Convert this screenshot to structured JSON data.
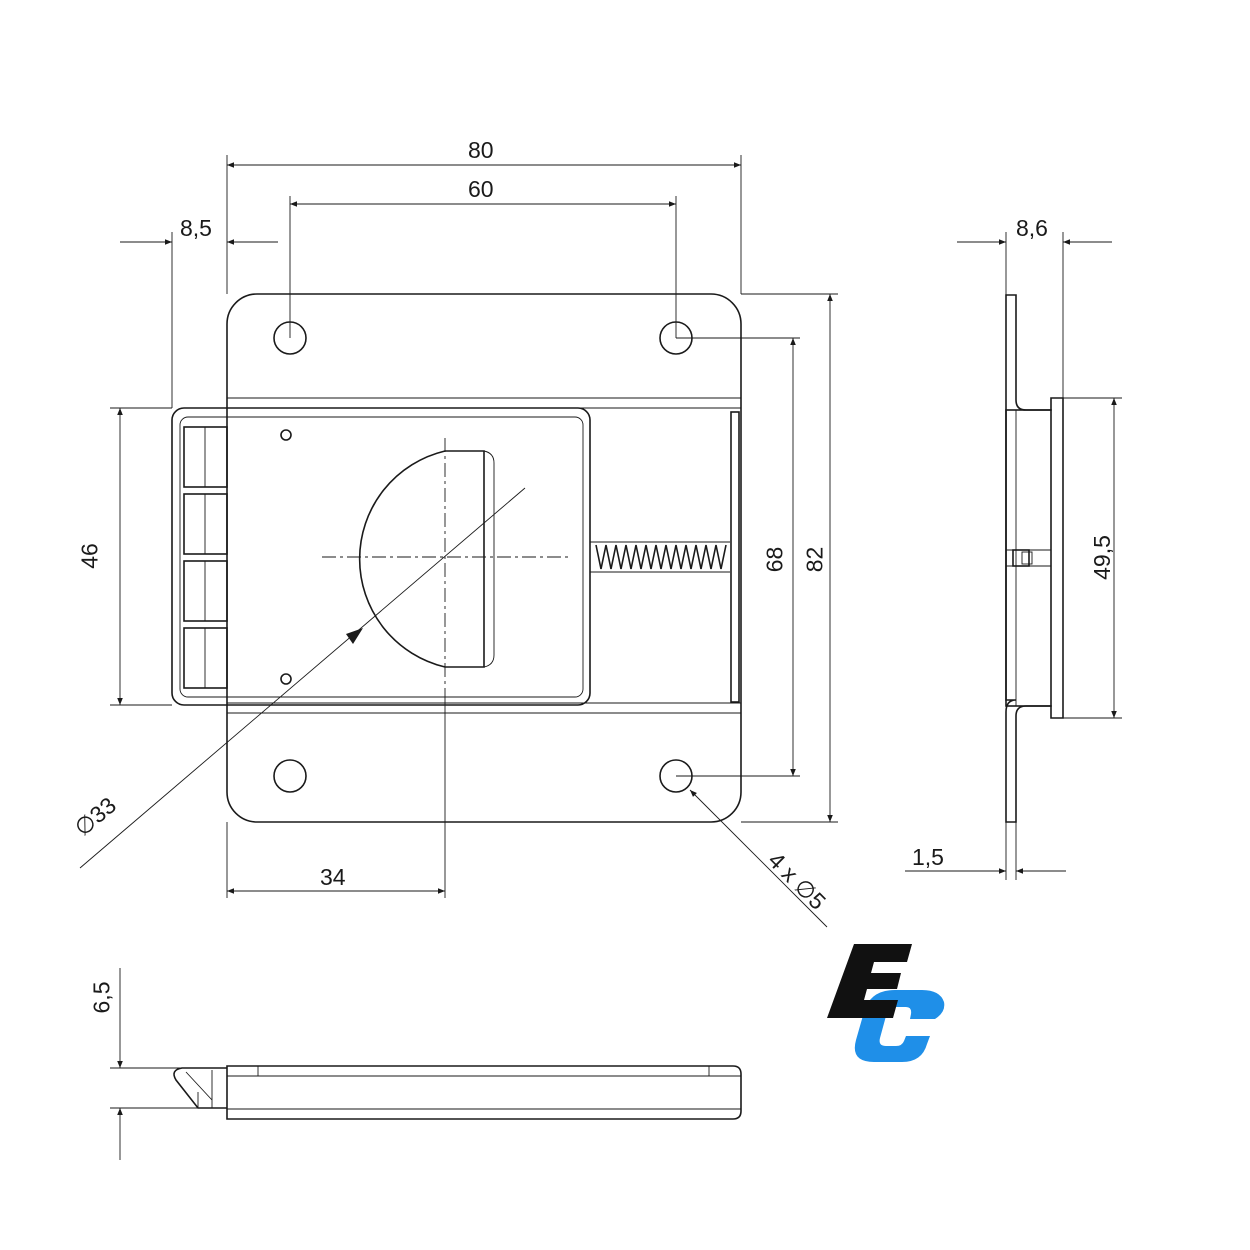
{
  "dimensions": {
    "width_overall": "80",
    "hole_spacing_x": "60",
    "latch_offset": "8,5",
    "depth_side": "8,6",
    "latch_height": "46",
    "hole_spacing_y": "68",
    "height_overall": "82",
    "side_height": "49,5",
    "knob_diameter": "∅33",
    "knob_offset": "34",
    "holes": "4 x ∅5",
    "thickness": "1,5",
    "bolt_height": "6,5"
  },
  "logo": {
    "text": "EC",
    "color_primary": "#111111",
    "color_accent": "#1f8fe8"
  }
}
